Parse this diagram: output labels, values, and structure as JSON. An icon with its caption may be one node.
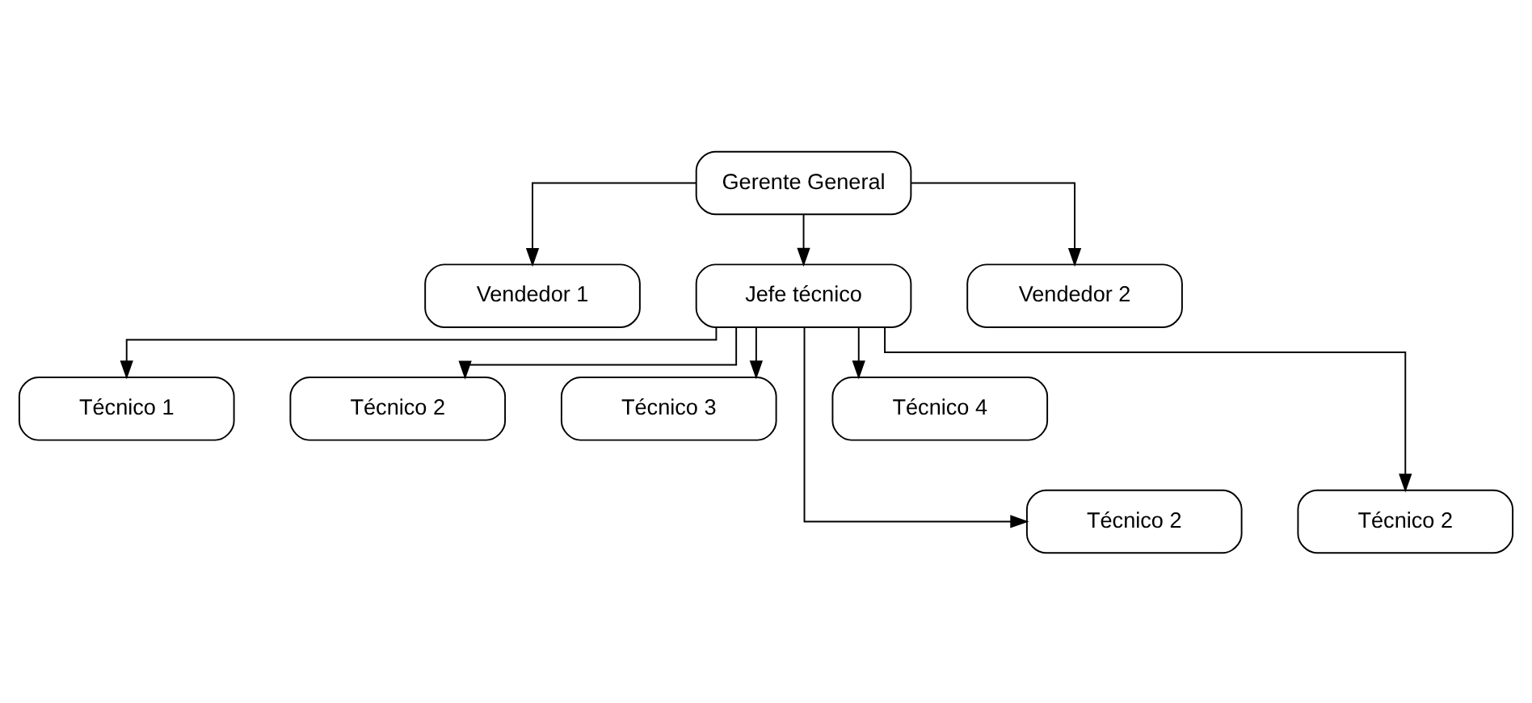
{
  "diagram": {
    "nodes": [
      {
        "text": [
          "Gerente General"
        ]
      },
      {
        "text": [
          "Vendedor 1"
        ]
      },
      {
        "text": [
          "Jefe técnico"
        ]
      },
      {
        "text": [
          "Vendedor 2"
        ]
      },
      {
        "text": [
          "Técnico 1"
        ]
      },
      {
        "text": [
          "Técnico 2"
        ]
      },
      {
        "text": [
          "Técnico 3"
        ]
      },
      {
        "text": [
          "Técnico 4"
        ]
      },
      {
        "text": [
          "Técnico 2"
        ]
      },
      {
        "text": [
          "Técnico 2"
        ]
      }
    ],
    "edges": [
      {
        "from": 0,
        "to": 1,
        "arrow": "to"
      },
      {
        "from": 0,
        "to": 2,
        "arrow": "to"
      },
      {
        "from": 0,
        "to": 3,
        "arrow": "to"
      },
      {
        "from": 2,
        "to": 4,
        "arrow": "to"
      },
      {
        "from": 2,
        "to": 5,
        "arrow": "to"
      },
      {
        "from": 2,
        "to": 6,
        "arrow": "to"
      },
      {
        "from": 2,
        "to": 7,
        "arrow": "to"
      },
      {
        "from": 2,
        "to": 8,
        "arrow": "to"
      },
      {
        "from": 2,
        "to": 9,
        "arrow": "to"
      }
    ]
  }
}
